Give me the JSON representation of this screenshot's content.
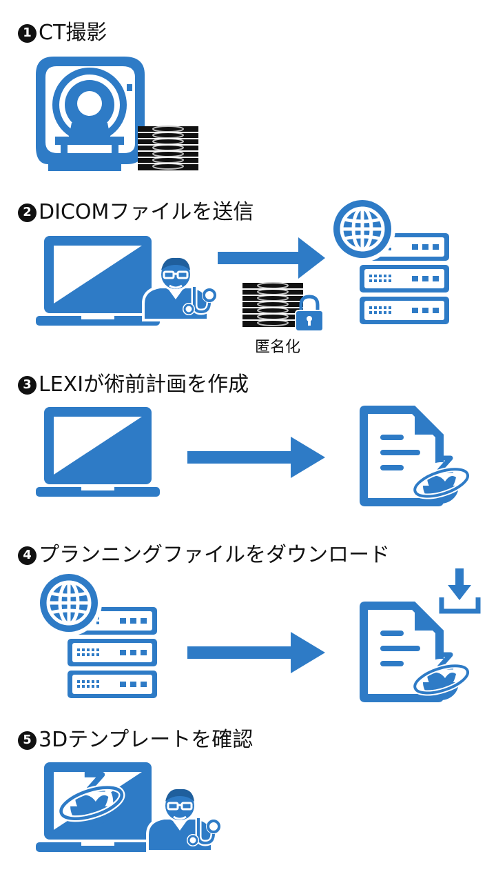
{
  "colors": {
    "primary": "#2e7bc6",
    "primary_dark": "#1f5f9d",
    "black": "#111111"
  },
  "steps": [
    {
      "number": "1",
      "title": "CT撮影",
      "icons": [
        "ct-scanner-icon",
        "image-stack-icon"
      ]
    },
    {
      "number": "2",
      "title": "DICOMファイルを送信",
      "caption": "匿名化",
      "icons": [
        "laptop-icon",
        "doctor-icon",
        "arrow-right-icon",
        "image-stack-icon",
        "lock-icon",
        "globe-icon",
        "server-icon"
      ]
    },
    {
      "number": "3",
      "title": "LEXIが術前計画を作成",
      "icons": [
        "laptop-icon",
        "arrow-right-icon",
        "document-icon",
        "logo-icon"
      ]
    },
    {
      "number": "4",
      "title": "プランニングファイルをダウンロード",
      "icons": [
        "globe-icon",
        "server-icon",
        "arrow-right-icon",
        "document-icon",
        "logo-icon",
        "download-icon"
      ]
    },
    {
      "number": "5",
      "title": "3Dテンプレートを確認",
      "icons": [
        "laptop-icon",
        "logo-icon",
        "doctor-icon"
      ]
    }
  ]
}
